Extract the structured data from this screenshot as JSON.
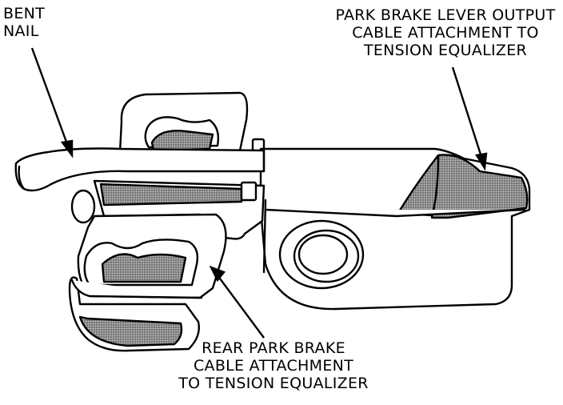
{
  "labels": {
    "bent_nail": [
      "BENT",
      "NAIL"
    ],
    "output_cable": [
      "PARK BRAKE LEVER OUTPUT",
      "CABLE ATTACHMENT TO",
      "TENSION EQUALIZER"
    ],
    "rear_cable": [
      "REAR PARK BRAKE",
      "CABLE ATTACHMENT",
      "TO TENSION EQUALIZER"
    ]
  },
  "colors": {
    "ink": "#000000",
    "paper": "#ffffff",
    "cable_shade": "#8a8a8a"
  }
}
